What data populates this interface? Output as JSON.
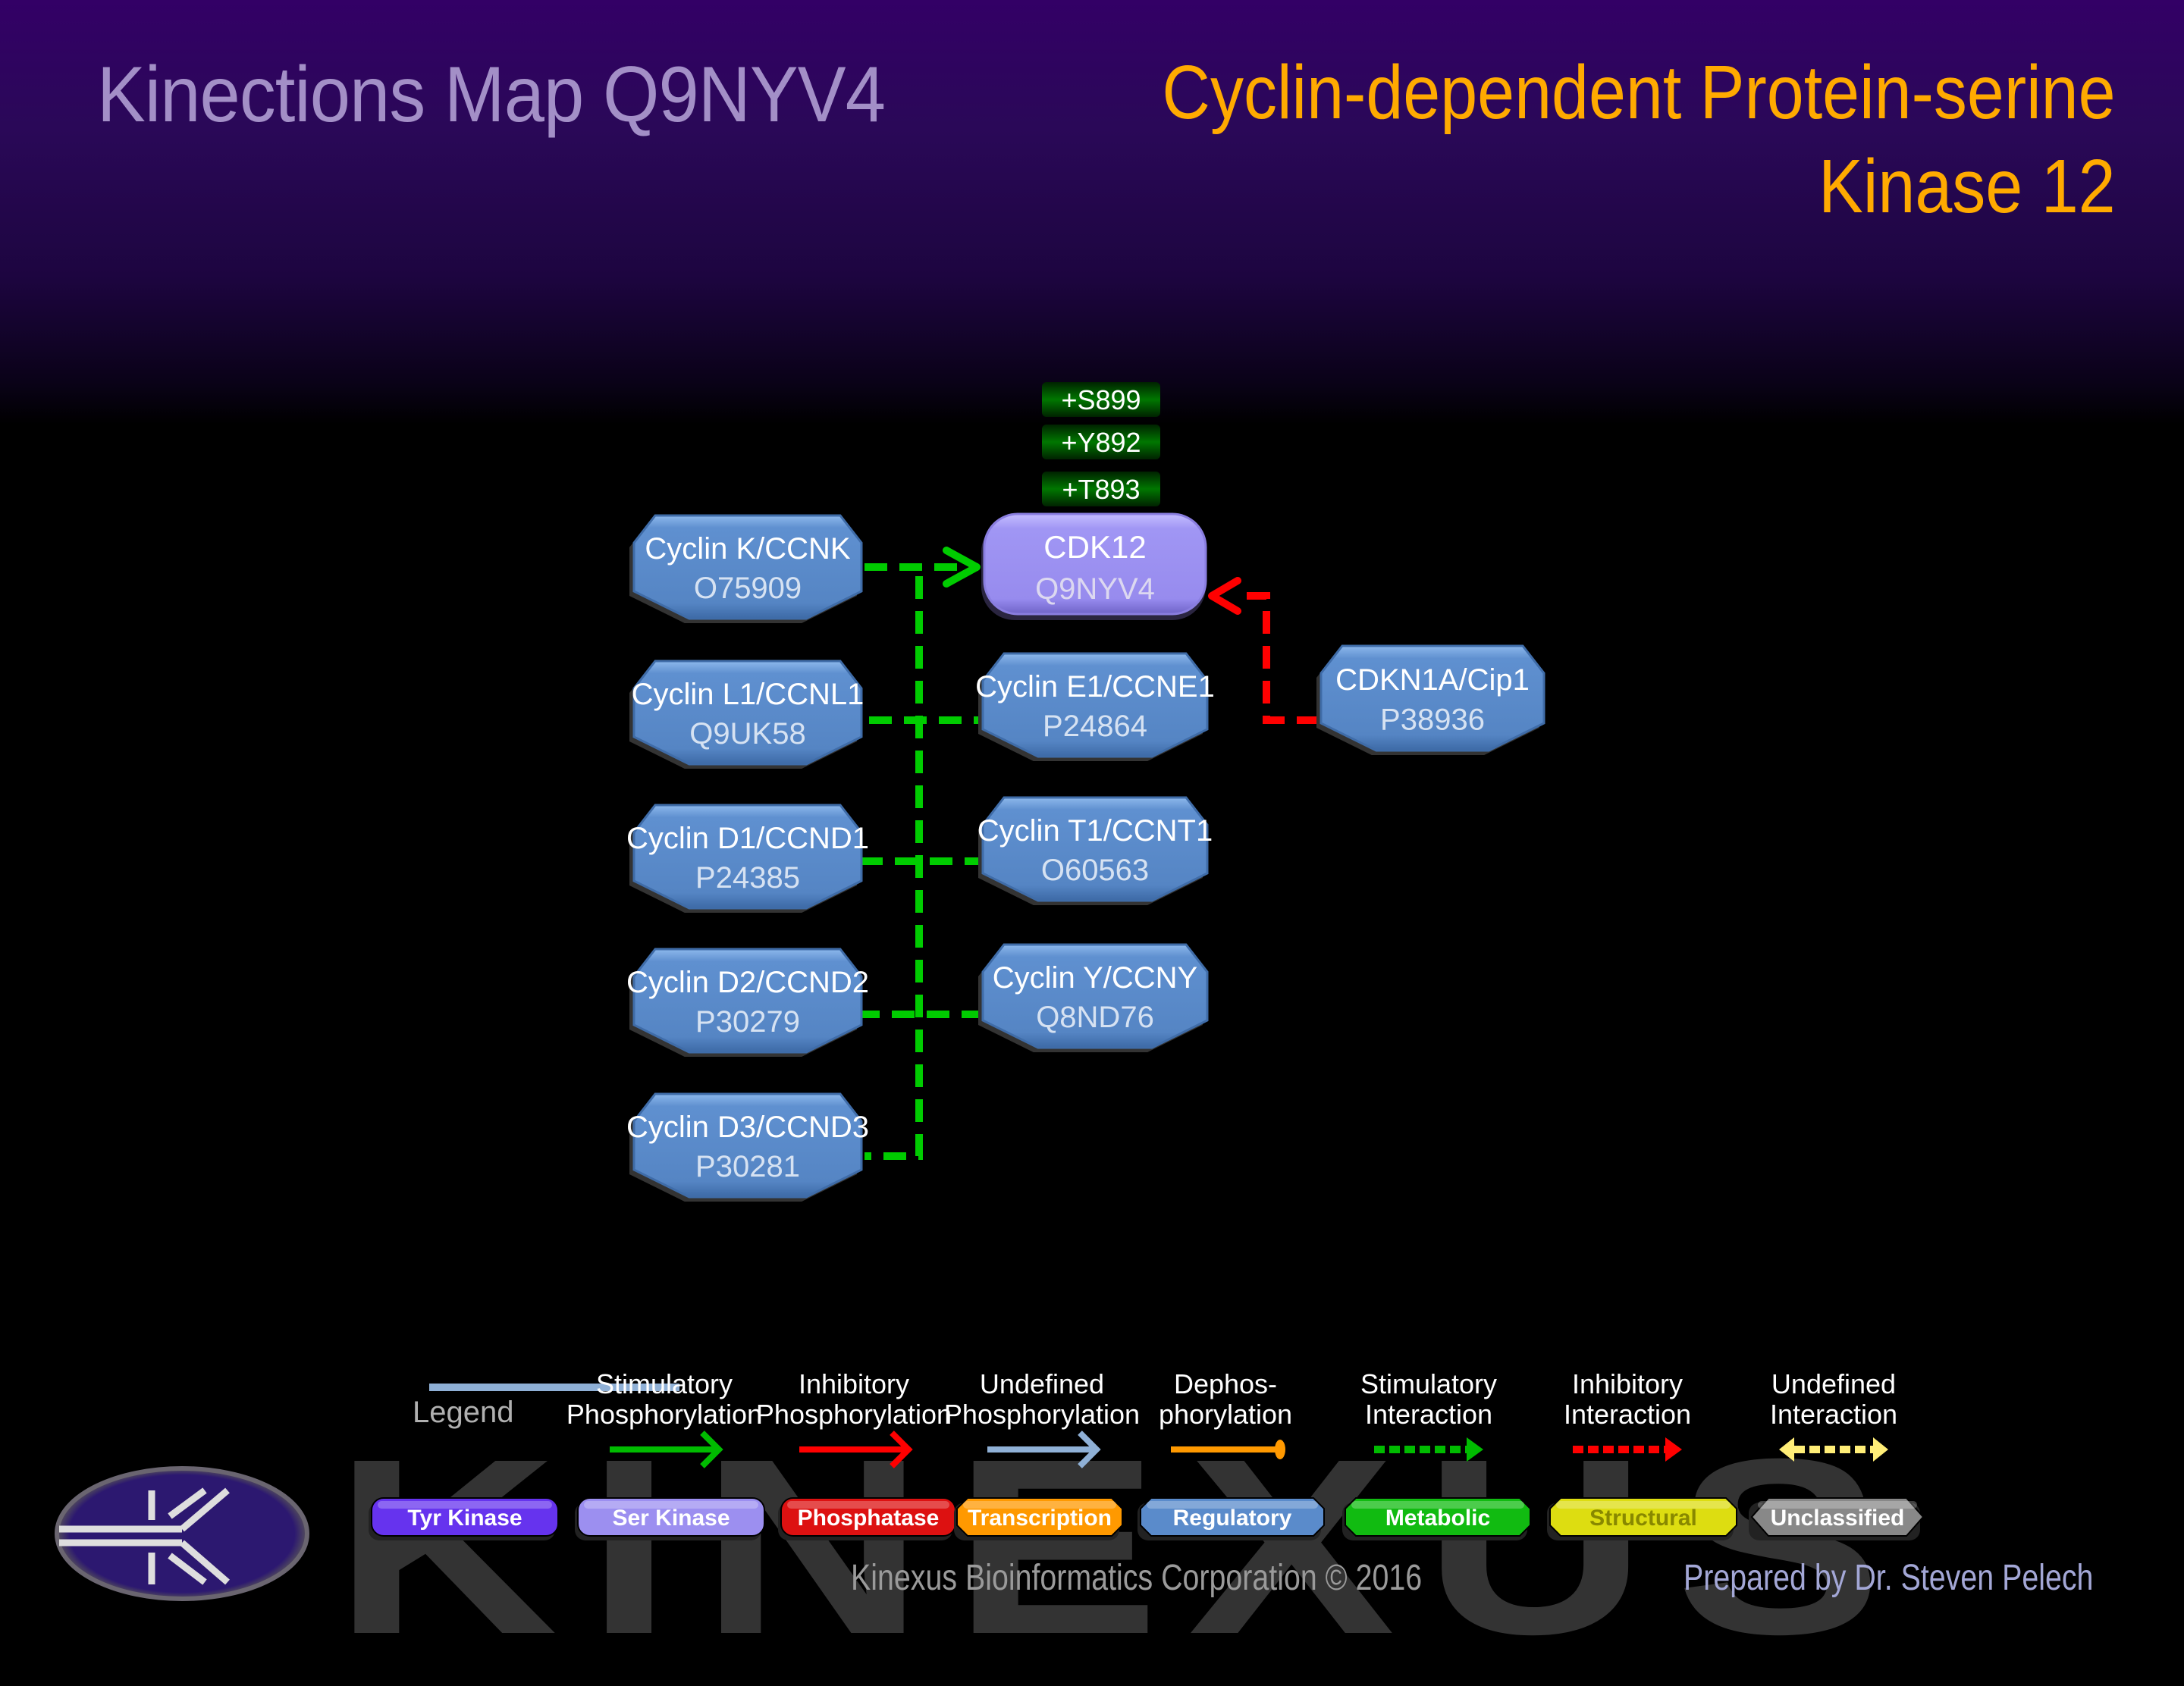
{
  "header": {
    "title": "Kinections Map Q9NYV4",
    "protein_name_line1": "Cyclin-dependent Protein-serine",
    "protein_name_line2": "Kinase 12"
  },
  "colors": {
    "title": "#a38fc7",
    "protein_name": "#ffaa00",
    "regulatory_node": "#5a8bcb",
    "ser_kinase_node": "#9c8ff0",
    "stimulatory": "#00cc00",
    "inhibitory": "#ff0000",
    "phosphosite": "#006600"
  },
  "diagram": {
    "central_node": {
      "name": "CDK12",
      "accession": "Q9NYV4",
      "type": "Ser Kinase"
    },
    "phosphosites": [
      "+S899",
      "+Y892",
      "+T893"
    ],
    "left_nodes": [
      {
        "name": "Cyclin K/CCNK",
        "accession": "O75909",
        "type": "Regulatory"
      },
      {
        "name": "Cyclin L1/CCNL1",
        "accession": "Q9UK58",
        "type": "Regulatory"
      },
      {
        "name": "Cyclin D1/CCND1",
        "accession": "P24385",
        "type": "Regulatory"
      },
      {
        "name": "Cyclin D2/CCND2",
        "accession": "P30279",
        "type": "Regulatory"
      },
      {
        "name": "Cyclin D3/CCND3",
        "accession": "P30281",
        "type": "Regulatory"
      }
    ],
    "right_nodes": [
      {
        "name": "Cyclin E1/CCNE1",
        "accession": "P24864",
        "type": "Regulatory"
      },
      {
        "name": "Cyclin T1/CCNT1",
        "accession": "O60563",
        "type": "Regulatory"
      },
      {
        "name": "Cyclin Y/CCNY",
        "accession": "Q8ND76",
        "type": "Regulatory"
      }
    ],
    "inhibitor_node": {
      "name": "CDKN1A/Cip1",
      "accession": "P38936",
      "type": "Regulatory"
    },
    "edges": [
      {
        "from": "Cyclin K/CCNK",
        "to": "CDK12",
        "kind": "Stimulatory Interaction"
      },
      {
        "from": "Cyclin L1/CCNL1",
        "to": "CDK12",
        "kind": "Stimulatory Interaction"
      },
      {
        "from": "Cyclin D1/CCND1",
        "to": "CDK12",
        "kind": "Stimulatory Interaction"
      },
      {
        "from": "Cyclin D2/CCND2",
        "to": "CDK12",
        "kind": "Stimulatory Interaction"
      },
      {
        "from": "Cyclin D3/CCND3",
        "to": "CDK12",
        "kind": "Stimulatory Interaction"
      },
      {
        "from": "Cyclin E1/CCNE1",
        "to": "CDK12",
        "kind": "Stimulatory Interaction"
      },
      {
        "from": "Cyclin T1/CCNT1",
        "to": "CDK12",
        "kind": "Stimulatory Interaction"
      },
      {
        "from": "Cyclin Y/CCNY",
        "to": "CDK12",
        "kind": "Stimulatory Interaction"
      },
      {
        "from": "CDKN1A/Cip1",
        "to": "CDK12",
        "kind": "Inhibitory Interaction"
      }
    ]
  },
  "legend": {
    "title": "Legend",
    "arrows": [
      {
        "line1": "Stimulatory",
        "line2": "Phosphorylation",
        "color": "#00bb00",
        "style": "solid-arrow"
      },
      {
        "line1": "Inhibitory",
        "line2": "Phosphorylation",
        "color": "#ff0000",
        "style": "solid-arrow"
      },
      {
        "line1": "Undefined",
        "line2": "Phosphorylation",
        "color": "#8fb0d6",
        "style": "solid-arrow"
      },
      {
        "line1": "Dephos-",
        "line2": "phorylation",
        "color": "#ff9900",
        "style": "solid-ball"
      },
      {
        "line1": "Stimulatory",
        "line2": "Interaction",
        "color": "#00bb00",
        "style": "dashed-arrow"
      },
      {
        "line1": "Inhibitory",
        "line2": "Interaction",
        "color": "#ff0000",
        "style": "dashed-arrow"
      },
      {
        "line1": "Undefined",
        "line2": "Interaction",
        "color": "#ffee77",
        "style": "dashed-double"
      }
    ],
    "node_types": [
      {
        "label": "Tyr Kinase",
        "color": "#6633ee",
        "text_color": "#ffffff",
        "shape": "pill"
      },
      {
        "label": "Ser Kinase",
        "color": "#9c8ff0",
        "text_color": "#ffffff",
        "shape": "pill"
      },
      {
        "label": "Phosphatase",
        "color": "#dd1111",
        "text_color": "#ffffff",
        "shape": "pill"
      },
      {
        "label": "Transcription",
        "color": "#ff9900",
        "text_color": "#ffffff",
        "shape": "octagon"
      },
      {
        "label": "Regulatory",
        "color": "#5a8bcb",
        "text_color": "#ffffff",
        "shape": "octagon"
      },
      {
        "label": "Metabolic",
        "color": "#11bb11",
        "text_color": "#ffffff",
        "shape": "octagon"
      },
      {
        "label": "Structural",
        "color": "#dddd11",
        "text_color": "#888800",
        "shape": "octagon"
      },
      {
        "label": "Unclassified",
        "color": "#888888",
        "text_color": "#ffffff",
        "shape": "hexagon"
      }
    ]
  },
  "watermark": "KINEXUS",
  "footer": {
    "copyright": "Kinexus Bioinformatics Corporation © 2016",
    "author": "Prepared by Dr. Steven Pelech"
  }
}
